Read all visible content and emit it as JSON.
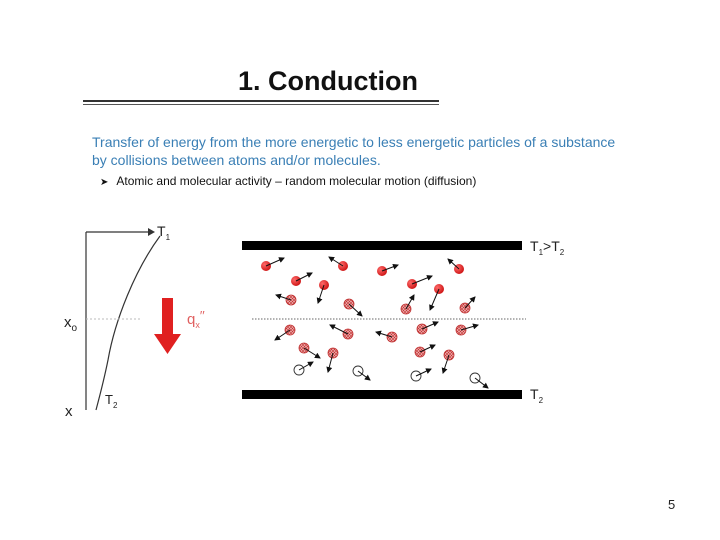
{
  "slide": {
    "title": "1. Conduction",
    "intro": "Transfer of energy from the more energetic to less energetic particles of a substance by collisions between atoms and/or molecules.",
    "bullet": "Atomic and molecular activity – random molecular motion (diffusion)",
    "page_number": "5"
  },
  "figure": {
    "left_plot": {
      "top_label": "T",
      "top_sub": "1",
      "mid_label": "x",
      "mid_sub": "o",
      "bottom_axis_label": "x",
      "bottom_label": "T",
      "bottom_sub": "2"
    },
    "flux_label": "q",
    "flux_sub": "x",
    "flux_sup": "′′",
    "top_plate_label_a": "T",
    "top_plate_sub_a": "1",
    "top_plate_gt": ">",
    "top_plate_label_b": "T",
    "top_plate_sub_b": "2",
    "bottom_plate_label": "T",
    "bottom_plate_sub": "2",
    "colors": {
      "hot": "#e02020",
      "warm": "#e88080",
      "cool": "#ffffff",
      "arrow": "#e02020",
      "intro_text": "#3a7fb5"
    }
  }
}
